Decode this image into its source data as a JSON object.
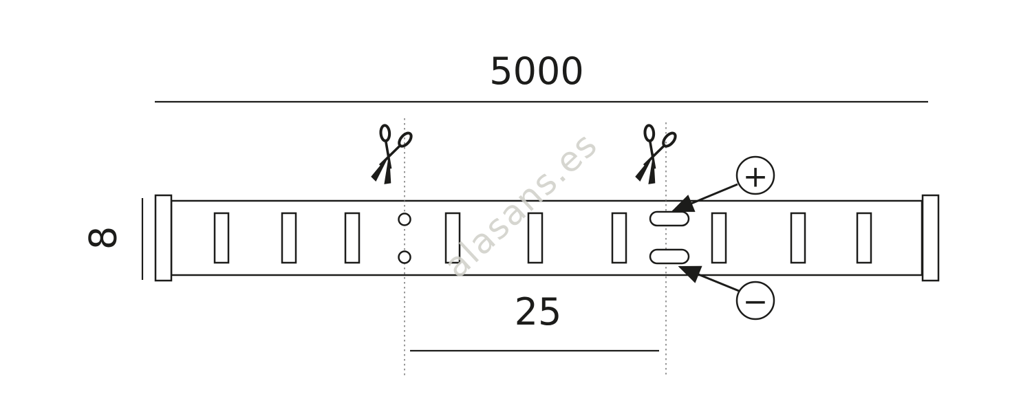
{
  "diagram": {
    "total_length": "5000",
    "strip_width": "8",
    "cut_length": "25",
    "positive_label": "+",
    "negative_label": "−",
    "watermark": "alasans.es"
  },
  "icons": {
    "scissors": "✂",
    "plus_terminal": "+",
    "minus_terminal": "−"
  },
  "colors": {
    "line": "#1c1c1a",
    "cut_line": "#6b6b6b",
    "watermark": "#cfcfc8",
    "background": "#ffffff"
  }
}
